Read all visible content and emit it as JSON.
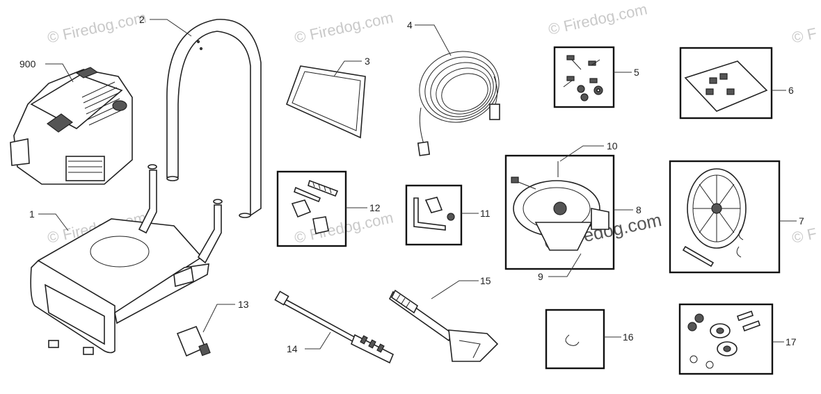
{
  "watermark": {
    "text": "© Firedog.com",
    "edge_text": "© F"
  },
  "callouts": [
    "900",
    "1",
    "2",
    "3",
    "4",
    "5",
    "6",
    "7",
    "8",
    "9",
    "10",
    "11",
    "12",
    "13",
    "14",
    "15",
    "16",
    "17"
  ]
}
